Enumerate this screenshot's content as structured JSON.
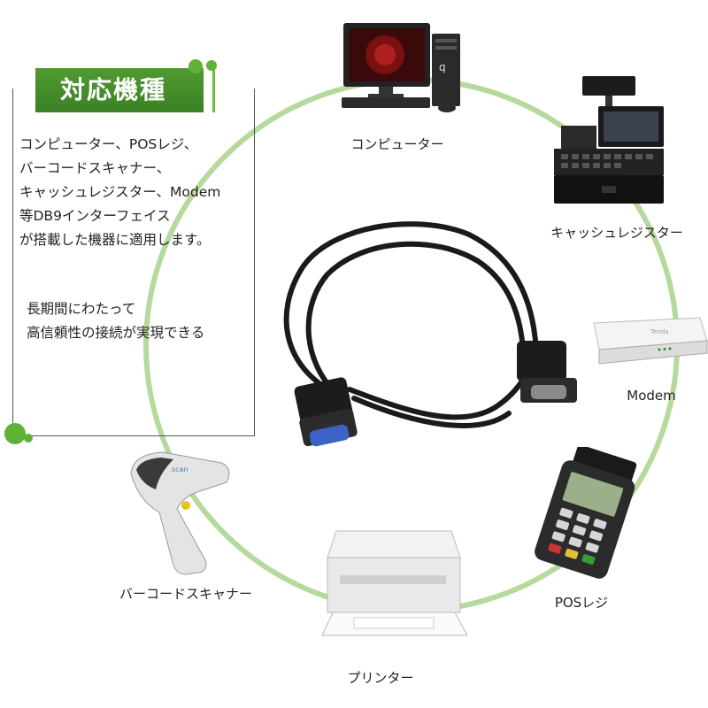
{
  "panel": {
    "title": "対応機種",
    "description_lines": [
      "コンピューター、POSレジ、",
      "バーコードスキャナー、",
      "キャッシュレジスター、Modem",
      "等DB9インターフェイス",
      "が搭載した機器に適用します。"
    ],
    "note_lines": [
      "長期間にわたって",
      "高信頼性の接続が実現できる"
    ]
  },
  "devices": [
    {
      "id": "computer",
      "label": "コンピューター",
      "icon": "computer-icon"
    },
    {
      "id": "cash-register",
      "label": "キャッシュレジスター",
      "icon": "cash-register-icon"
    },
    {
      "id": "modem",
      "label": "Modem",
      "icon": "modem-icon"
    },
    {
      "id": "pos",
      "label": "POSレジ",
      "icon": "pos-terminal-icon"
    },
    {
      "id": "printer",
      "label": "プリンター",
      "icon": "printer-icon"
    },
    {
      "id": "barcode",
      "label": "バーコードスキャナー",
      "icon": "barcode-scanner-icon"
    }
  ],
  "center": {
    "icon": "db9-serial-cable-icon"
  },
  "colors": {
    "accent_green": "#5fb236",
    "ring_green": "#a9d48c"
  }
}
